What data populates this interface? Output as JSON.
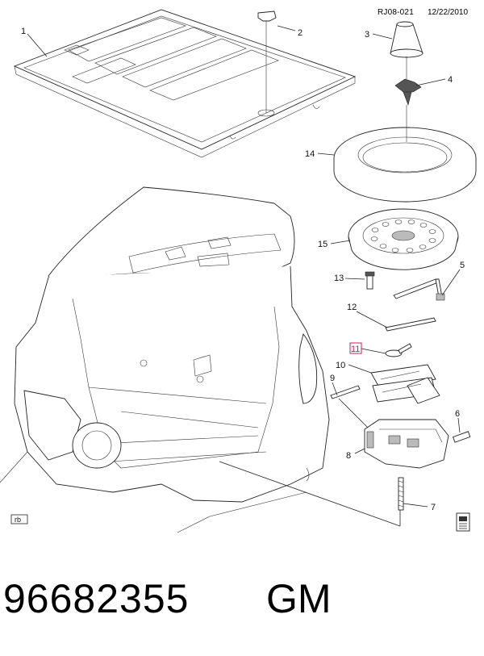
{
  "header": {
    "ref_code": "RJ08-021",
    "date": "12/22/2010"
  },
  "callouts": [
    "1",
    "2",
    "3",
    "4",
    "5",
    "6",
    "7",
    "8",
    "9",
    "10",
    "11",
    "12",
    "13",
    "14",
    "15"
  ],
  "highlighted_callout": "11",
  "badges": {
    "rb": "rb"
  },
  "footer": {
    "part_number": "96682355",
    "brand": "GM"
  },
  "colors": {
    "highlight": "#d81b60"
  }
}
